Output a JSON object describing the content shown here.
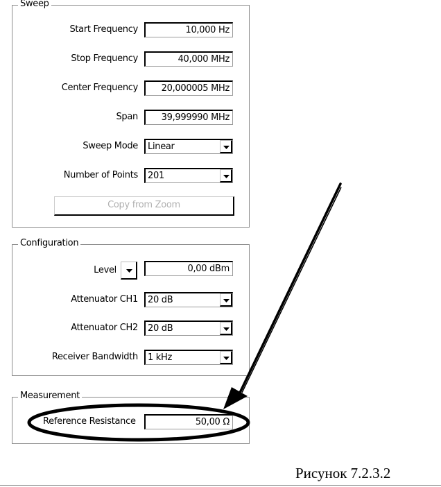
{
  "sweep": {
    "title": "Sweep",
    "start_frequency": {
      "label": "Start Frequency",
      "value": "10,000 Hz"
    },
    "stop_frequency": {
      "label": "Stop Frequency",
      "value": "40,000 MHz"
    },
    "center_frequency": {
      "label": "Center Frequency",
      "value": "20,000005 MHz"
    },
    "span": {
      "label": "Span",
      "value": "39,999990 MHz"
    },
    "sweep_mode": {
      "label": "Sweep Mode",
      "value": "Linear"
    },
    "number_of_points": {
      "label": "Number of Points",
      "value": "201"
    },
    "copy_button": "Copy from Zoom"
  },
  "configuration": {
    "title": "Configuration",
    "level": {
      "label": "Level",
      "value": "0,00 dBm"
    },
    "attenuator_ch1": {
      "label": "Attenuator CH1",
      "value": "20 dB"
    },
    "attenuator_ch2": {
      "label": "Attenuator CH2",
      "value": "20 dB"
    },
    "receiver_bandwidth": {
      "label": "Receiver Bandwidth",
      "value": "1 kHz"
    }
  },
  "measurement": {
    "title": "Measurement",
    "reference_resistance": {
      "label": "Reference Resistance",
      "value": "50,00 Ω"
    }
  },
  "figure_caption": "Рисунок 7.2.3.2",
  "colors": {
    "frame": "#8a8a8a",
    "ink": "#000000",
    "disabled_text": "#b0b0b0"
  }
}
